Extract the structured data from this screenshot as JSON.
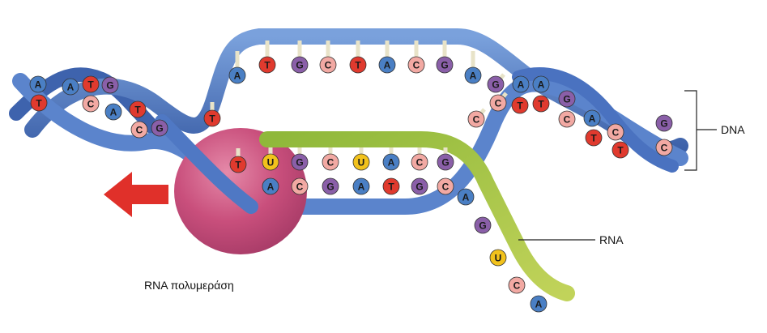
{
  "labels": {
    "dna": "DNA",
    "rna": "RNA",
    "polymerase": "RNA πολυμεράση"
  },
  "colors": {
    "A": "#4a7fc4",
    "T": "#e03a2e",
    "G": "#8a5fa8",
    "C": "#f2a9a3",
    "U": "#f2c21c",
    "dna_strand": "#4f78c4",
    "rna_strand": "#a9c43e",
    "polymerase": "#c0507c",
    "arrow": "#e0302a"
  },
  "bases": {
    "template_upper": [
      "A",
      "T",
      "G",
      "C",
      "T",
      "A",
      "C",
      "G",
      "A"
    ],
    "open_top_right": [
      "G",
      "C",
      "C"
    ],
    "open_bottom_left": [
      "T",
      "T"
    ],
    "rna_paired": [
      "U",
      "G",
      "C",
      "U",
      "A",
      "C",
      "G"
    ],
    "dna_paired_bottom": [
      "A",
      "C",
      "G",
      "A",
      "T",
      "G",
      "C"
    ],
    "rna_tail": [
      "A",
      "G",
      "U",
      "C",
      "A"
    ],
    "left_helix": [
      "A",
      "T",
      "A",
      "T",
      "C",
      "G",
      "A",
      "T",
      "C",
      "G"
    ],
    "right_helix": [
      "A",
      "T",
      "A",
      "T",
      "G",
      "C",
      "A",
      "T",
      "C",
      "T",
      "G",
      "C"
    ]
  }
}
